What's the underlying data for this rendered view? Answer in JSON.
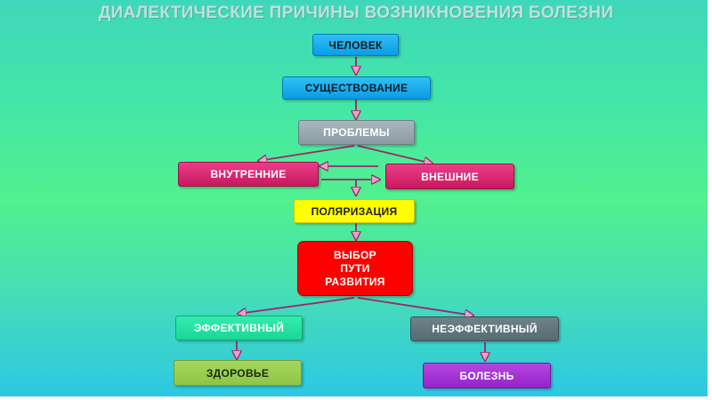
{
  "title": "ДИАЛЕКТИЧЕСКИЕ ПРИЧИНЫ ВОЗНИКНОВЕНИЯ БОЛЕЗНИ",
  "nodes": {
    "chelovek": "ЧЕЛОВЕК",
    "sushchestvovanie": "СУЩЕСТВОВАНИЕ",
    "problemy": "ПРОБЛЕМЫ",
    "vnutrennie": "ВНУТРЕННИЕ",
    "vneshnie": "ВНЕШНИЕ",
    "polyarizatsiya": "ПОЛЯРИЗАЦИЯ",
    "vybor": [
      "ВЫБОР",
      "ПУТИ",
      "РАЗВИТИЯ"
    ],
    "effektivnyi": "ЭФФЕКТИВНЫЙ",
    "neeffektivnyi": "НЕЭФФЕКТИВНЫЙ",
    "zdorovie": "ЗДОРОВЬЕ",
    "bolezn": "БОЛЕЗНЬ"
  },
  "colors": {
    "arrow": "#a0256a",
    "arrowhead_fill": "#e9a3c9",
    "blue": "#12a6ec",
    "gray": "#9aa8ae",
    "pink": "#d8246f",
    "yellow": "#ffff00",
    "red": "#ff0000",
    "green": "#26e0a0",
    "slate": "#627780",
    "lime": "#99ce51",
    "purple": "#a431d4"
  }
}
